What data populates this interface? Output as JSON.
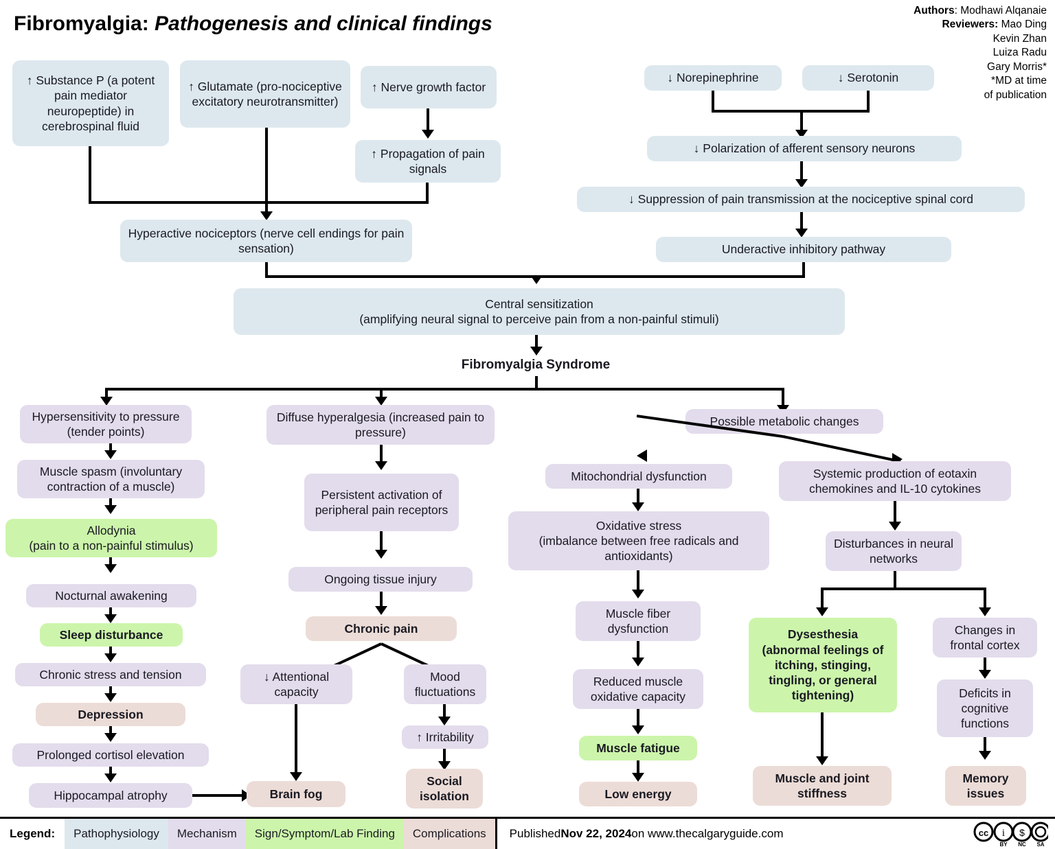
{
  "header": {
    "title_main": "Fibromyalgia:",
    "title_sub": "Pathogenesis and clinical findings",
    "authors_label": "Authors",
    "authors_name": ": Modhawi Alqanaie",
    "reviewers_label": "Reviewers:",
    "reviewers_1": " Mao Ding",
    "reviewers_2": "Kevin Zhan",
    "reviewers_3": "Luiza Radu",
    "reviewers_4": "Gary Morris*",
    "footnote_1": "*MD at time",
    "footnote_2": "of publication"
  },
  "nodes": {
    "substance_p": "↑ Substance P (a potent pain mediator neuropeptide) in cerebrospinal fluid",
    "glutamate": "↑ Glutamate (pro-nociceptive excitatory neurotransmitter)",
    "nerve_growth_factor": "↑ Nerve growth factor",
    "propagation": "↑ Propagation of pain signals",
    "norepinephrine": "↓ Norepinephrine",
    "serotonin": "↓ Serotonin",
    "polarization": "↓ Polarization of afferent sensory neurons",
    "suppression": "↓ Suppression of pain transmission at the nociceptive spinal cord",
    "underactive": "Underactive inhibitory pathway",
    "hyperactive_nociceptors": "Hyperactive nociceptors (nerve cell endings for pain sensation)",
    "central_sensitization": "Central sensitization\n(amplifying neural signal to perceive pain from a non-painful stimuli)",
    "fibromyalgia_syndrome": "Fibromyalgia Syndrome",
    "hypersensitivity": "Hypersensitivity to pressure (tender points)",
    "muscle_spasm": "Muscle spasm (involuntary contraction of a muscle)",
    "allodynia": "Allodynia\n(pain to a non-painful stimulus)",
    "nocturnal_awakening": "Nocturnal awakening",
    "sleep_disturbance": "Sleep disturbance",
    "chronic_stress": "Chronic stress and tension",
    "depression": "Depression",
    "cortisol": "Prolonged cortisol elevation",
    "hippocampal_atrophy": "Hippocampal atrophy",
    "diffuse_hyperalgesia": "Diffuse hyperalgesia (increased pain to pressure)",
    "persistent_activation": "Persistent activation of  peripheral pain receptors",
    "ongoing_tissue_injury": "Ongoing tissue injury",
    "chronic_pain": "Chronic pain",
    "attentional_capacity": "↓ Attentional capacity",
    "mood_fluctuations": "Mood fluctuations",
    "irritability": "↑ Irritability",
    "brain_fog": "Brain fog",
    "social_isolation": "Social isolation",
    "metabolic_changes": "Possible metabolic changes",
    "mitochondrial_dysfunction": "Mitochondrial dysfunction",
    "oxidative_stress": "Oxidative stress\n(imbalance between free radicals and antioxidants)",
    "muscle_fiber": "Muscle fiber dysfunction",
    "reduced_oxidative": "Reduced muscle oxidative capacity",
    "muscle_fatigue": "Muscle fatigue",
    "low_energy": "Low energy",
    "eotaxin": "Systemic production of eotaxin chemokines and IL-10 cytokines",
    "disturbances": "Disturbances in neural networks",
    "dysesthesia": "Dysesthesia\n(abnormal feelings of itching, stinging, tingling, or general tightening)",
    "frontal_cortex": "Changes in frontal cortex",
    "cognitive_deficits": "Deficits in cognitive functions",
    "muscle_joint_stiffness": "Muscle and joint stiffness",
    "memory_issues": "Memory issues"
  },
  "legend": {
    "label": "Legend:",
    "items": [
      {
        "text": "Pathophysiology",
        "color": "#dde8ee"
      },
      {
        "text": "Mechanism",
        "color": "#e3dcec"
      },
      {
        "text": "Sign/Symptom/Lab Finding",
        "color": "#ccf5ab"
      },
      {
        "text": "Complications",
        "color": "#ecdcd7"
      }
    ]
  },
  "footer": {
    "published_prefix": "Published ",
    "published_date": "Nov 22, 2024",
    "published_suffix": " on www.thecalgaryguide.com",
    "cc_label": "cc",
    "cc_by": "BY",
    "cc_nc": "NC",
    "cc_sa": "SA"
  },
  "colors": {
    "pathophysiology": "#dde8ee",
    "mechanism": "#e3dcec",
    "sign_symptom": "#ccf5ab",
    "complications": "#ecdcd7",
    "line": "#000000"
  }
}
